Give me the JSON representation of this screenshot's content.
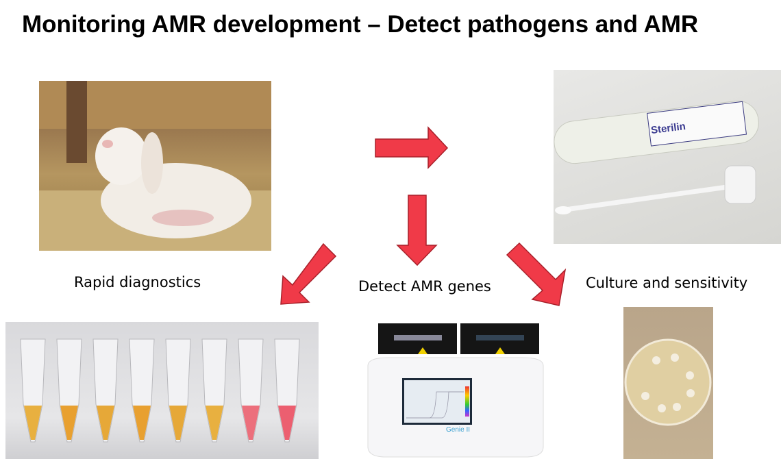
{
  "title": "Monitoring AMR development – Detect pathogens and AMR",
  "labels": {
    "rapid": "Rapid diagnostics",
    "genes": "Detect AMR genes",
    "culture": "Culture and sensitivity"
  },
  "images": {
    "swab_brand": "Sterilin",
    "device_name": "Genie II"
  },
  "colors": {
    "arrow": "#f03a48",
    "arrow_border": "#a8202a"
  }
}
